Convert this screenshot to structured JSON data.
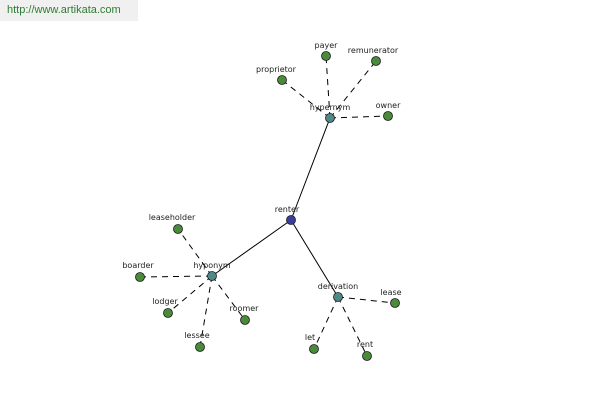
{
  "watermark": "http://www.artikata.com",
  "colors": {
    "root": "#3b3f9c",
    "relation": "#4f8a8b",
    "leaf": "#4a8a3a"
  },
  "diagram": {
    "root": "renter",
    "groups": [
      {
        "relation": "hypernym",
        "terms": [
          "payer",
          "remunerator",
          "proprietor",
          "owner"
        ]
      },
      {
        "relation": "hyponym",
        "terms": [
          "leaseholder",
          "boarder",
          "lodger",
          "lessee",
          "roomer"
        ]
      },
      {
        "relation": "derivation",
        "terms": [
          "lease",
          "let",
          "rent"
        ]
      }
    ]
  }
}
